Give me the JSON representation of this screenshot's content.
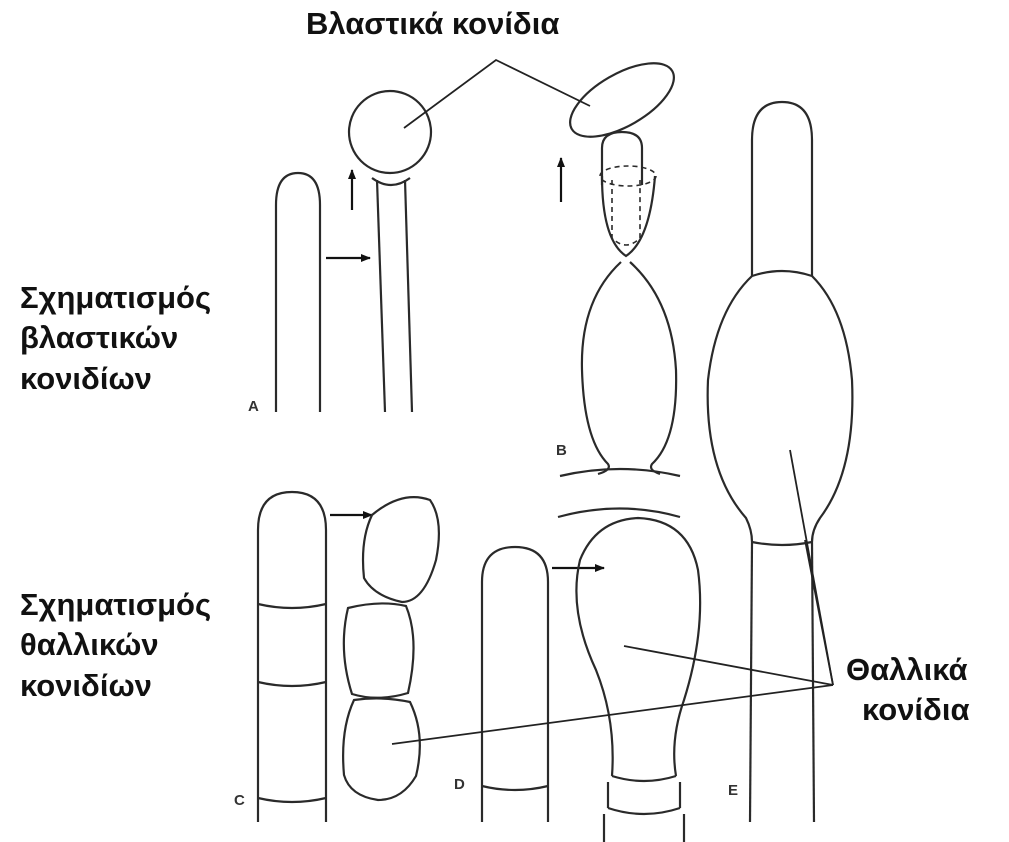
{
  "labels": {
    "blastic_conidia": "Βλαστικά κονίδια",
    "blastic_formation": [
      "Σχηματισμός",
      "βλαστικών",
      "κονιδίων"
    ],
    "thallic_formation": [
      "Σχηματισμός",
      "θαλλικών",
      "κονιδίων"
    ],
    "thallic_conidia": [
      "Θαλλικά",
      "κονίδια"
    ]
  },
  "panels": {
    "A": "A",
    "B": "B",
    "C": "C",
    "D": "D",
    "E": "E"
  },
  "colors": {
    "outline": "#2a2a2a",
    "text": "#111111",
    "background": "#ffffff"
  }
}
